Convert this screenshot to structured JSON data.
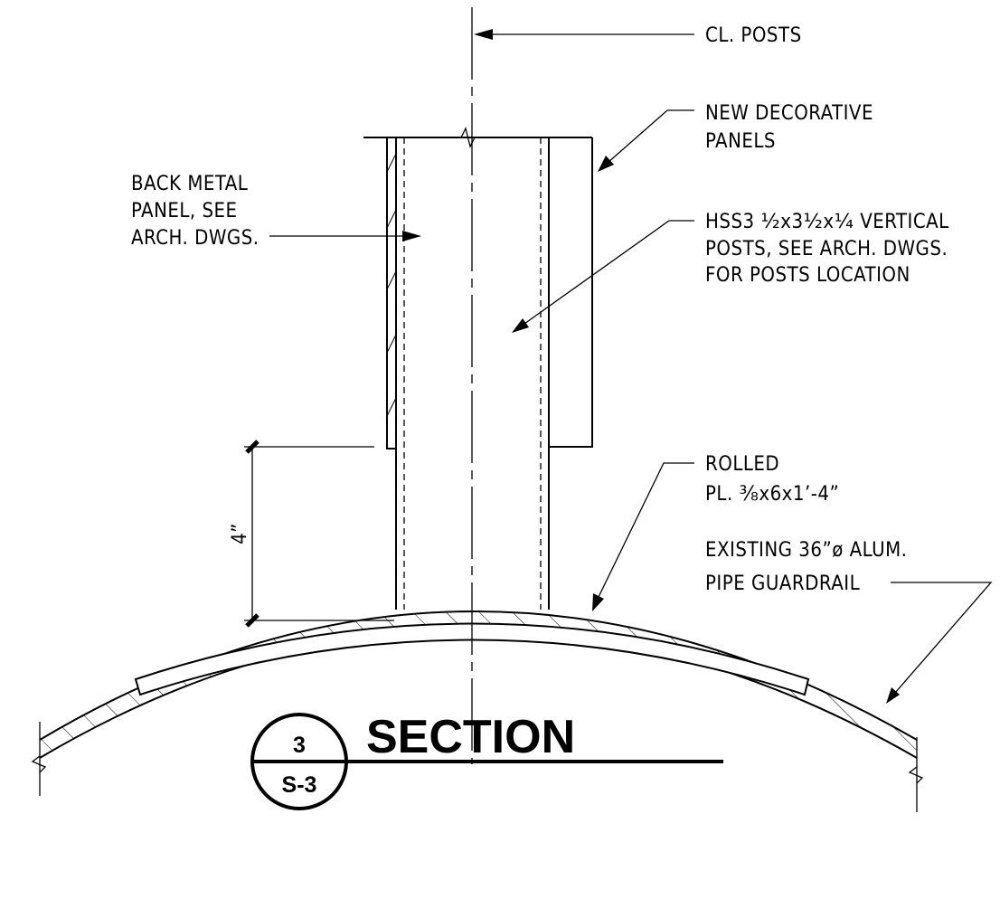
{
  "labels": {
    "cl_posts": "CL. POSTS",
    "new_panels_1": "NEW DECORATIVE",
    "new_panels_2": "PANELS",
    "back_panel_1": "BACK METAL",
    "back_panel_2": "PANEL, SEE",
    "back_panel_3": "ARCH. DWGS.",
    "hss_1a": "HSS3 ",
    "hss_1b": "½",
    "hss_1c": "x3",
    "hss_1d": "½",
    "hss_1e": "x",
    "hss_1f": "¼",
    "hss_1g": " VERTICAL",
    "hss_2": "POSTS, SEE ARCH. DWGS.",
    "hss_3": "FOR POSTS LOCATION",
    "rolled_1": "ROLLED",
    "rolled_2a": "PL. ",
    "rolled_2b": "⅜",
    "rolled_2c": "x6x1’-4”",
    "existing_1": "EXISTING 36”ø ALUM.",
    "existing_2": "PIPE GUARDRAIL",
    "dimension": "4”"
  },
  "title": {
    "text": "SECTION",
    "detail_number": "3",
    "sheet_number": "S-3"
  }
}
